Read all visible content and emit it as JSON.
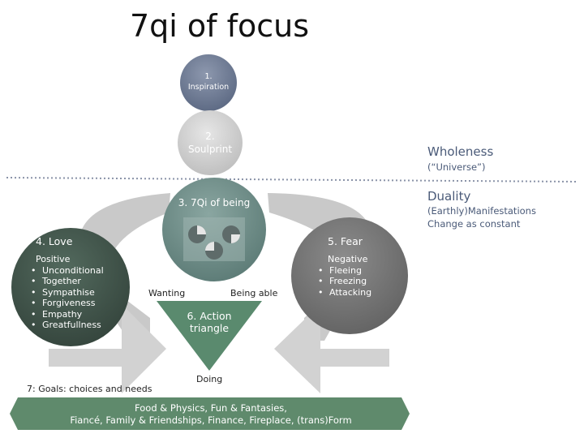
{
  "title": "7qi of focus",
  "inspiration": {
    "number": "1.",
    "label": "Inspiration"
  },
  "soulprint": {
    "number": "2.",
    "label": "Soulprint"
  },
  "wholeness": {
    "heading": "Wholeness",
    "sub": "(“Universe”)"
  },
  "duality": {
    "heading": "Duality",
    "line1": "(Earthly)Manifestations",
    "line2": "Change as constant"
  },
  "being": {
    "label": "3. 7Qi of being"
  },
  "love": {
    "heading": "4. Love",
    "subheading": "Positive",
    "items": [
      "Unconditional",
      "Together",
      "Sympathise",
      "Forgiveness",
      "Empathy",
      "Greatfullness"
    ]
  },
  "fear": {
    "heading": "5. Fear",
    "subheading": "Negative",
    "items": [
      "Fleeing",
      "Freezing",
      "Attacking"
    ]
  },
  "action": {
    "line1": "6. Action",
    "line2": "triangle",
    "wanting": "Wanting",
    "being_able": "Being able",
    "doing": "Doing"
  },
  "goals": {
    "label": "7: Goals: choices and needs",
    "line1": "Food & Physics, Fun & Fantasies,",
    "line2": "Fiancé, Family & Friendships, Finance, Fireplace, (trans)Form"
  },
  "colors": {
    "inspiration": "#6e7b92",
    "soulprint": "#cfcfcf",
    "being": "#6f8d88",
    "love": "#3f5148",
    "fear": "#757575",
    "action": "#5a8a6e",
    "goals_band": "#5f8a6c",
    "arrows": "#c8c8c8",
    "divider": "#8a93a8"
  }
}
